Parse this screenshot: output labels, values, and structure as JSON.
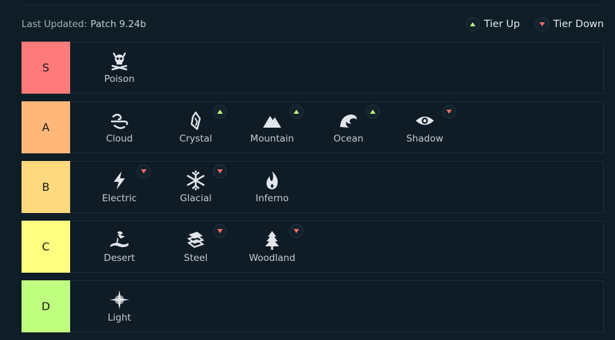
{
  "header": {
    "updated_label": "Last Updated:",
    "updated_value": "Patch 9.24b",
    "legend_up": "Tier Up",
    "legend_down": "Tier Down"
  },
  "colors": {
    "tier_up": "#b8f27c",
    "tier_down": "#f06c6c",
    "background": "#0f1d27"
  },
  "tiers": [
    {
      "label": "S",
      "color": "#ff7b7b",
      "items": [
        {
          "name": "Poison",
          "icon": "poison-skull-icon",
          "trend": "none"
        }
      ]
    },
    {
      "label": "A",
      "color": "#ffb87a",
      "items": [
        {
          "name": "Cloud",
          "icon": "cloud-wind-icon",
          "trend": "none"
        },
        {
          "name": "Crystal",
          "icon": "crystal-icon",
          "trend": "up"
        },
        {
          "name": "Mountain",
          "icon": "mountain-icon",
          "trend": "up"
        },
        {
          "name": "Ocean",
          "icon": "wave-icon",
          "trend": "up"
        },
        {
          "name": "Shadow",
          "icon": "eye-icon",
          "trend": "down"
        }
      ]
    },
    {
      "label": "B",
      "color": "#ffd97d",
      "items": [
        {
          "name": "Electric",
          "icon": "lightning-icon",
          "trend": "down"
        },
        {
          "name": "Glacial",
          "icon": "snowflake-icon",
          "trend": "down"
        },
        {
          "name": "Inferno",
          "icon": "flame-icon",
          "trend": "none"
        }
      ]
    },
    {
      "label": "C",
      "color": "#ffff7f",
      "items": [
        {
          "name": "Desert",
          "icon": "desert-icon",
          "trend": "none"
        },
        {
          "name": "Steel",
          "icon": "steel-icon",
          "trend": "down"
        },
        {
          "name": "Woodland",
          "icon": "pine-tree-icon",
          "trend": "down"
        }
      ]
    },
    {
      "label": "D",
      "color": "#bfff7f",
      "items": [
        {
          "name": "Light",
          "icon": "star-sparkle-icon",
          "trend": "none"
        }
      ]
    }
  ]
}
